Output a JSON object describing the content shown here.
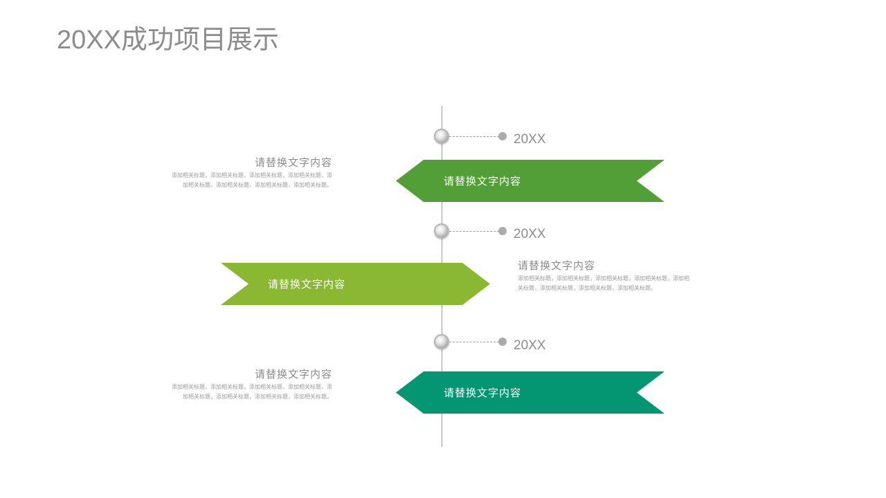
{
  "title": "20XX成功项目展示",
  "colors": {
    "item1": "#529f37",
    "item2": "#8ab832",
    "item3": "#049572",
    "text_gray": "#8c8c8c",
    "axis": "#9a9a9a"
  },
  "items": [
    {
      "year": "20XX",
      "ribbon_label": "请替换文字内容",
      "desc_title": "请替换文字内容",
      "desc_body": "添加相关标题，添加相关标题，添加相关标题，添加相关标题，添加相关标题，添加相关标题，添加相关标题，添加相关标题。",
      "direction": "left"
    },
    {
      "year": "20XX",
      "ribbon_label": "请替换文字内容",
      "desc_title": "请替换文字内容",
      "desc_body": "添加相关标题，添加相关标题，添加相关标题，添加相关标题，添加相关标题，添加相关标题，添加相关标题，添加相关标题。",
      "direction": "right"
    },
    {
      "year": "20XX",
      "ribbon_label": "请替换文字内容",
      "desc_title": "请替换文字内容",
      "desc_body": "添加相关标题，添加相关标题，添加相关标题，添加相关标题，添加相关标题，添加相关标题，添加相关标题，添加相关标题。",
      "direction": "left"
    }
  ]
}
